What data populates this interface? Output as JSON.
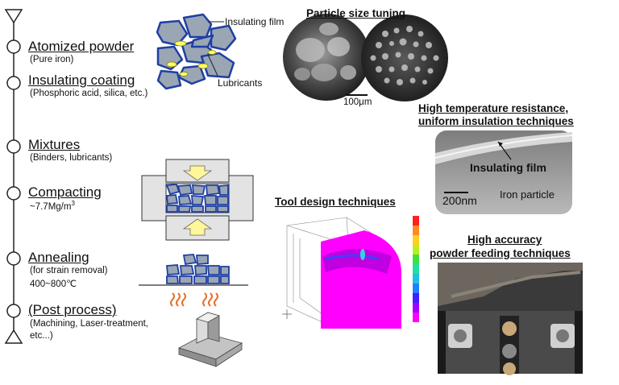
{
  "steps": [
    {
      "title": "Atomized powder",
      "sub": "(Pure iron)"
    },
    {
      "title": "Insulating coating",
      "sub": "(Phosphoric acid, silica, etc.)"
    },
    {
      "title": "Mixtures",
      "sub": "(Binders, lubricants)"
    },
    {
      "title": "Compacting",
      "sub": "~7.7Mg/m",
      "sub_sup": "3"
    },
    {
      "title": "Annealing",
      "sub": "(for strain removal)",
      "sub2": "400~800℃"
    },
    {
      "title": "(Post process)",
      "sub": "(Machining, Laser-treatment,",
      "sub2": "etc...)"
    }
  ],
  "labels": {
    "insulating_film": "Insulating film",
    "lubricants": "Lubricants",
    "scale_100um": "100μm",
    "tem_film": "Insulating film",
    "tem_scale": "200nm",
    "tem_iron": "Iron particle"
  },
  "headings": {
    "particle_size": "Particle size tuning",
    "high_temp_1": "High temperature resistance,",
    "high_temp_2": "uniform insulation techniques",
    "tool_design": "Tool design techniques",
    "feeding_1": "High accuracy",
    "feeding_2": "powder feeding techniques"
  },
  "colors": {
    "particle_fill": "#9aa6b4",
    "particle_border": "#1f3fa3",
    "lubricant": "#ffff66",
    "arrow_fill": "#fff69a",
    "tool_magenta": "#ff00ff"
  }
}
